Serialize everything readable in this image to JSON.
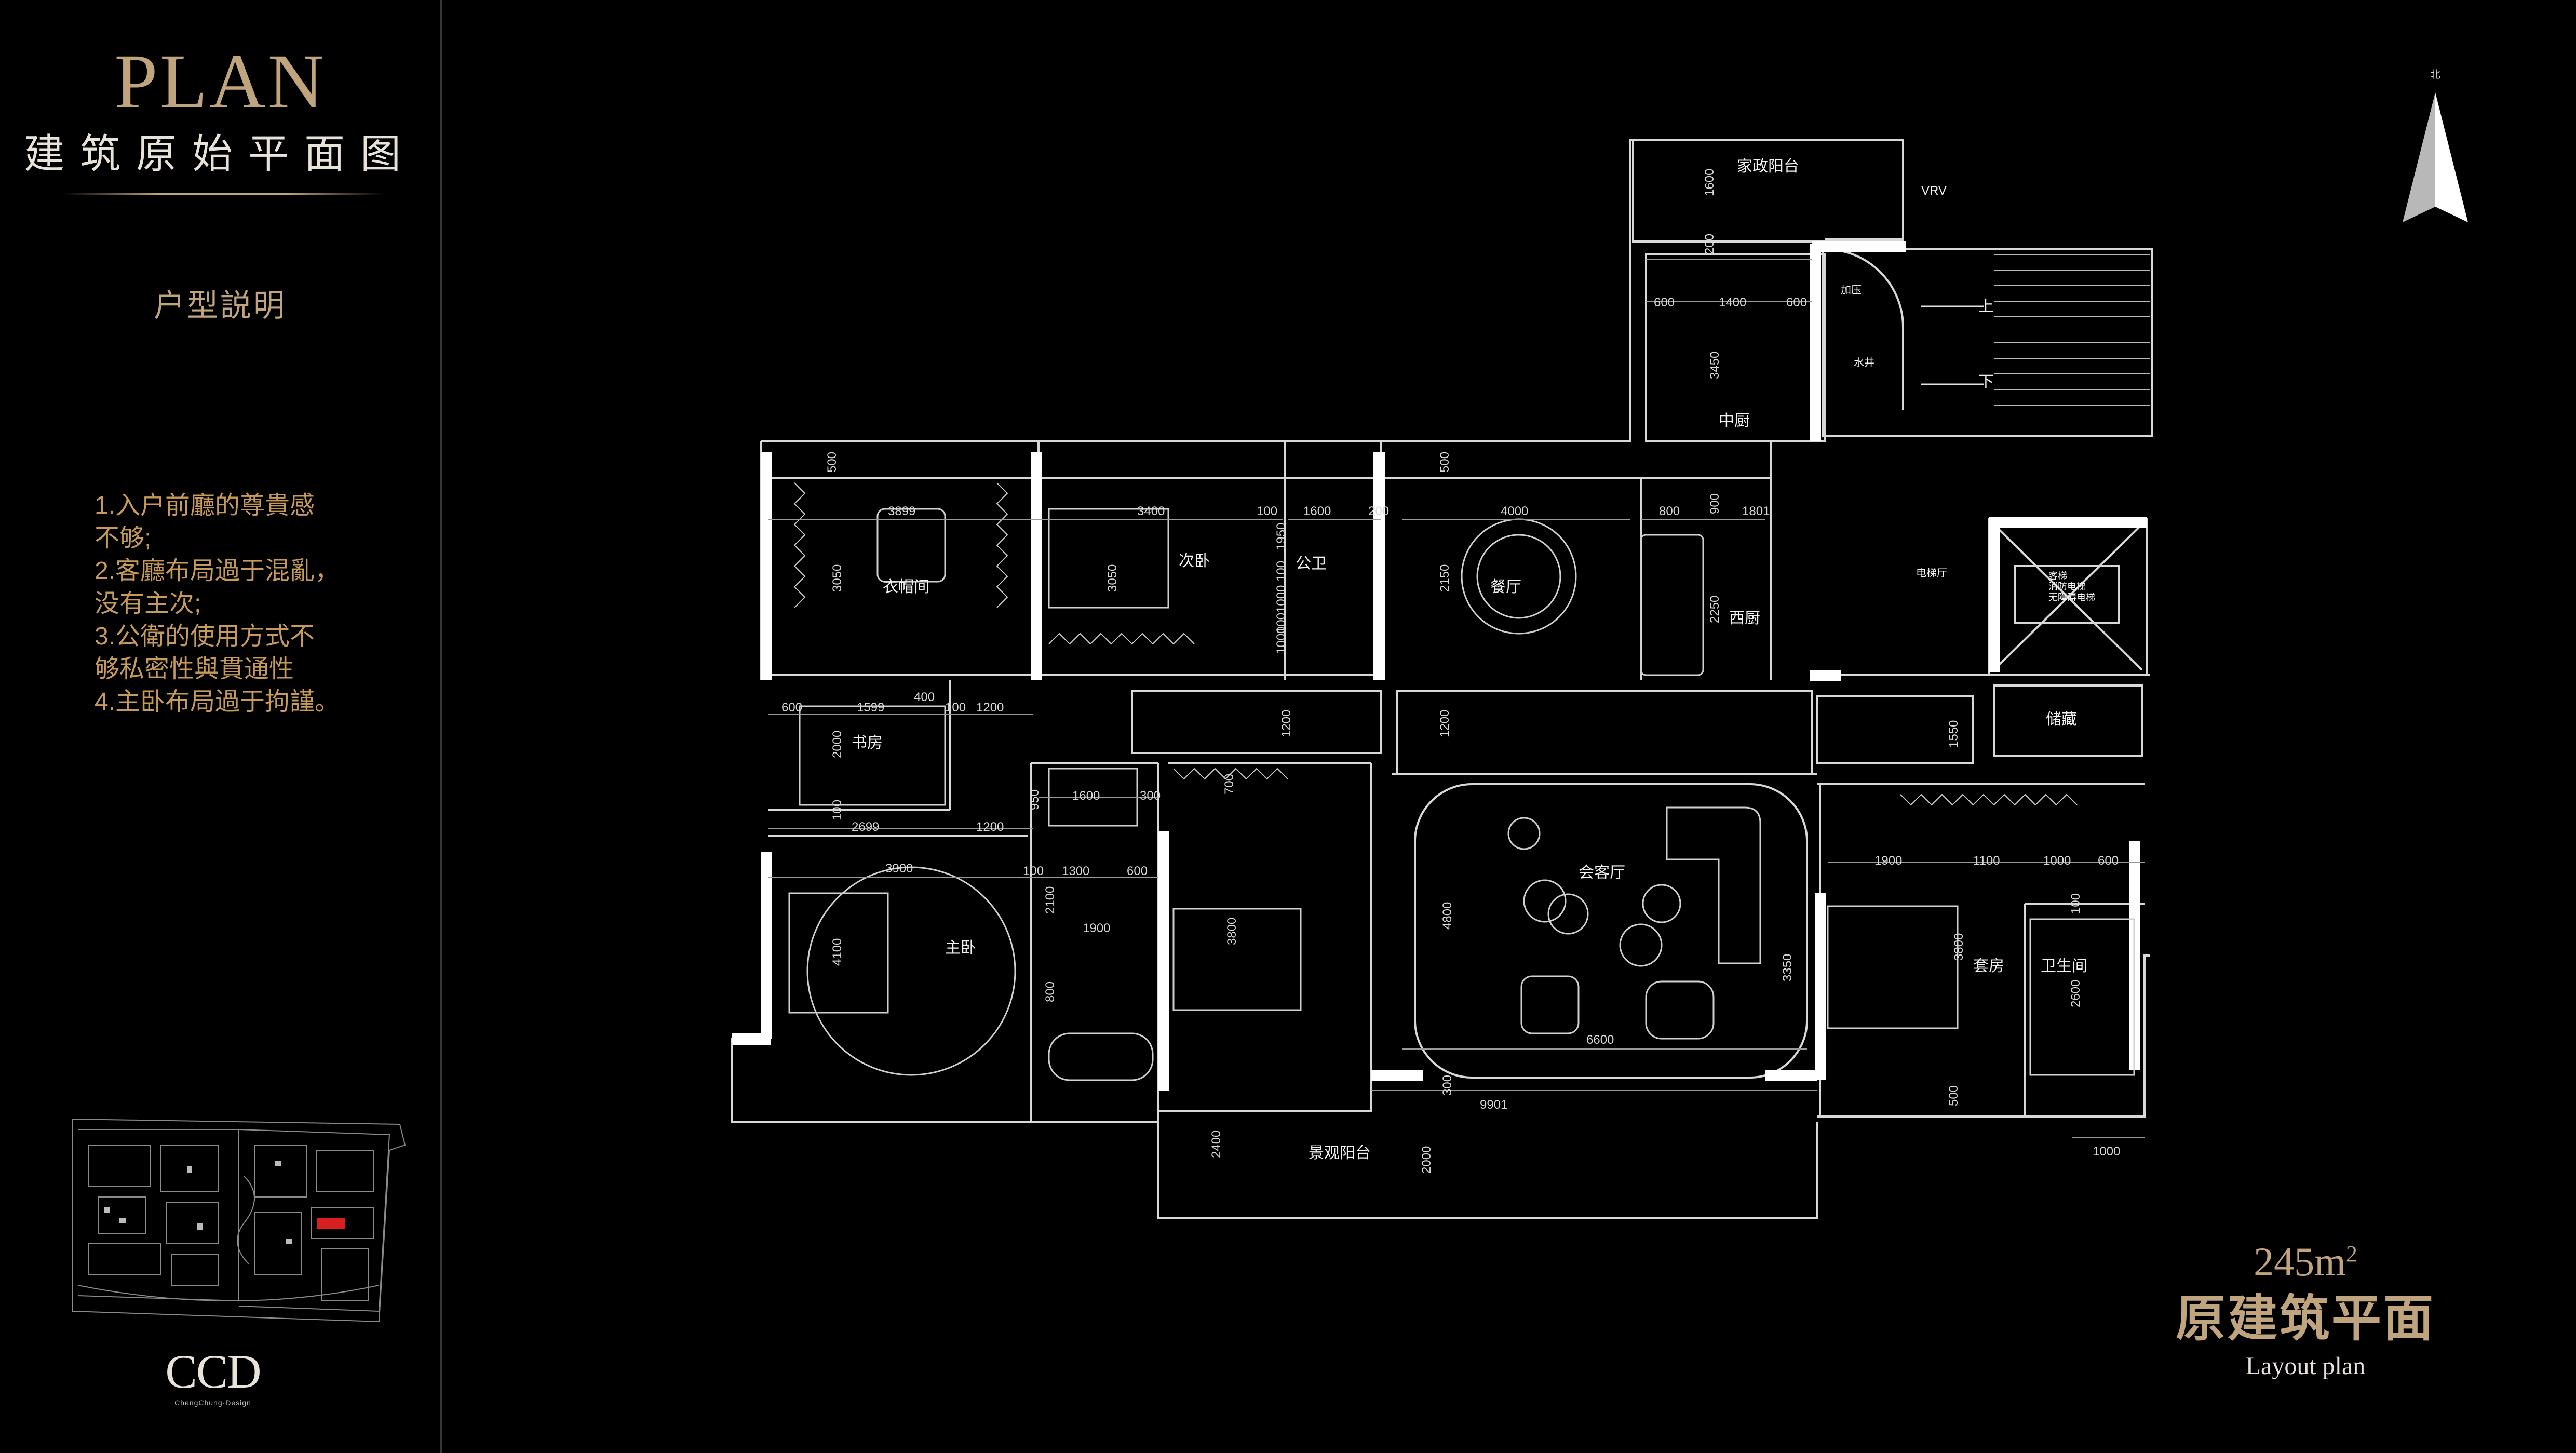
{
  "header": {
    "title": "PLAN",
    "subtitle": "建筑原始平面图"
  },
  "sidebar": {
    "heading": "户型説明",
    "notes": "1.入户前廳的尊貴感\n不够;\n2.客廳布局過于混亂，\n没有主次;\n3.公衛的使用方式不\n够私密性與貫通性\n4.主卧布局過于拘謹。"
  },
  "logo": {
    "text": "CCD",
    "subtitle": "ChengChung·Design"
  },
  "plan": {
    "area": "245m",
    "area_unit_sup": "2",
    "name": "原建筑平面",
    "name_en": "Layout plan",
    "north_label": "北",
    "rooms": {
      "cloakroom": "衣帽间",
      "second_bedroom": "次卧",
      "public_bath": "公卫",
      "dining": "餐厅",
      "western_kitchen": "西厨",
      "chinese_kitchen": "中厨",
      "service_balcony": "家政阳台",
      "vrv": "VRV",
      "pressurization": "加压",
      "water_shaft": "水井",
      "up": "上",
      "down": "下",
      "elevator_hall": "电梯厅",
      "elevator": "客梯\n消防电梯\n无障碍电梯",
      "storage": "储藏",
      "study": "书房",
      "master_bedroom": "主卧",
      "living_room": "会客厅",
      "suite": "套房",
      "bathroom": "卫生间",
      "landscape_balcony": "景观阳台"
    },
    "dims": {
      "d1600": "1600",
      "d200": "200",
      "d600a": "600",
      "d1400": "1400",
      "d600b": "600",
      "d3450": "3450",
      "d500a": "500",
      "d3899": "3899",
      "d3050a": "3050",
      "d3400": "3400",
      "d3050b": "3050",
      "d100a": "100",
      "d1600b": "1600",
      "d200b": "200",
      "d1950": "1950",
      "d100b": "100",
      "d1000a": "1000",
      "d100c": "100",
      "d1000b": "1000",
      "d500b": "500",
      "d4000": "4000",
      "d800": "800",
      "d900": "900",
      "d1801": "1801",
      "d2150": "2150",
      "d2250": "2250",
      "d600c": "600",
      "d1599": "1599",
      "d400": "400",
      "d100d": "100",
      "d1200a": "1200",
      "d2000a": "2000",
      "d1200b": "1200",
      "d1200c": "1200",
      "d1550": "1550",
      "d1600c": "1600",
      "d300a": "300",
      "d950": "950",
      "d2699": "2699",
      "d1200d": "1200",
      "d100e": "100",
      "d3900": "3900",
      "d100f": "100",
      "d1300": "1300",
      "d600d": "600",
      "d2100": "2100",
      "d1900a": "1900",
      "d700": "700",
      "d4100": "4100",
      "d3800a": "3800",
      "d800b": "800",
      "d4800": "4800",
      "d6600": "6600",
      "d3350": "3350",
      "d300b": "300",
      "d9901": "9901",
      "d2400": "2400",
      "d2000b": "2000",
      "d1900b": "1900",
      "d1100": "1100",
      "d1000c": "1000",
      "d600e": "600",
      "d3800b": "3800",
      "d100g": "100",
      "d2600": "2600",
      "d500c": "500",
      "d1000d": "1000"
    }
  }
}
